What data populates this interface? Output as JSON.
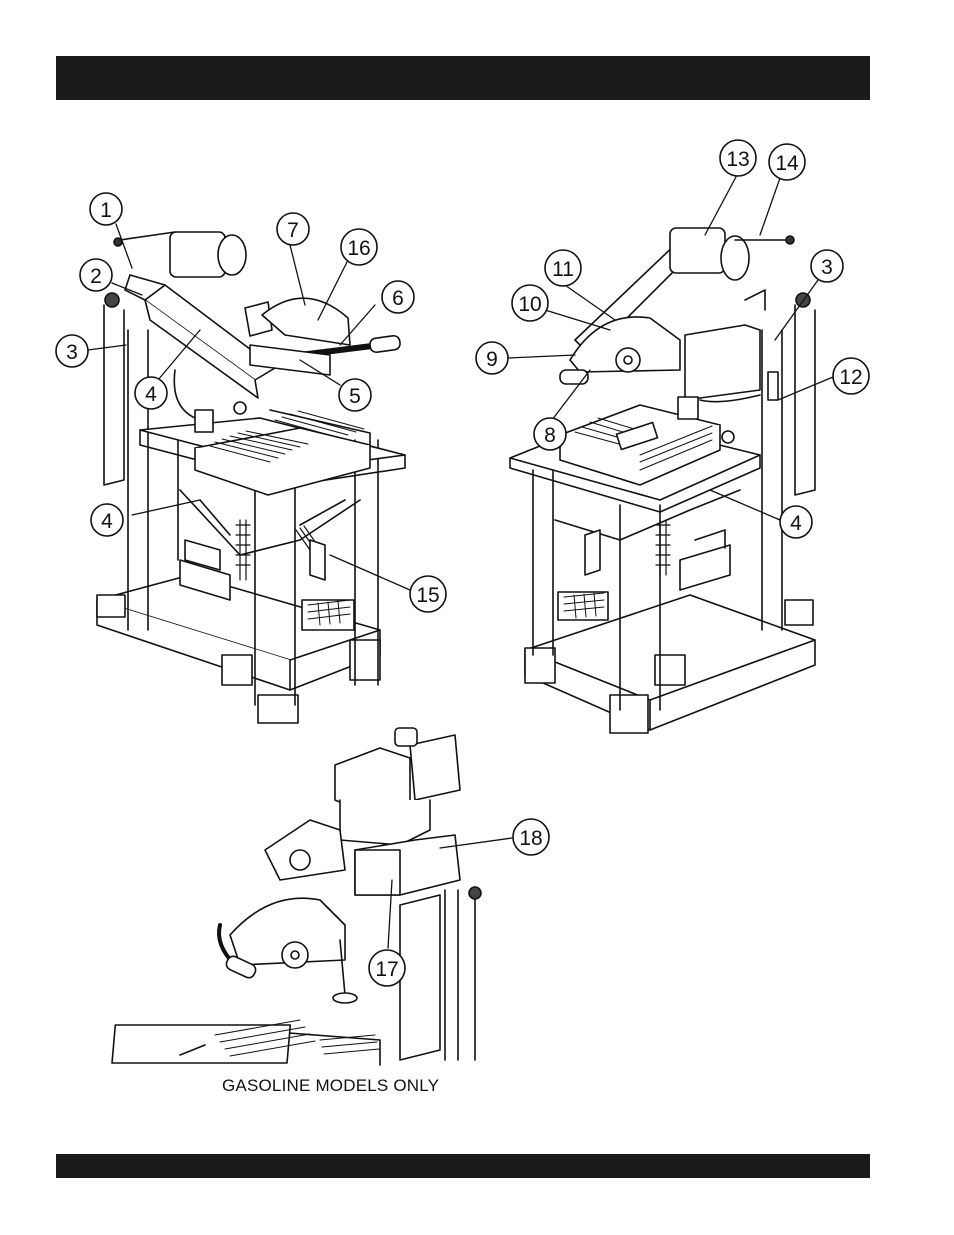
{
  "header_bar": {
    "text": ""
  },
  "footer_bar": {
    "text": ""
  },
  "caption": "GASOLINE MODELS ONLY",
  "callouts": [
    {
      "id": "c1",
      "label": "1"
    },
    {
      "id": "c2",
      "label": "2"
    },
    {
      "id": "c3a",
      "label": "3"
    },
    {
      "id": "c4a",
      "label": "4"
    },
    {
      "id": "c4b",
      "label": "4"
    },
    {
      "id": "c5",
      "label": "5"
    },
    {
      "id": "c6",
      "label": "6"
    },
    {
      "id": "c7",
      "label": "7"
    },
    {
      "id": "c16",
      "label": "16"
    },
    {
      "id": "c15",
      "label": "15"
    },
    {
      "id": "c13",
      "label": "13"
    },
    {
      "id": "c14",
      "label": "14"
    },
    {
      "id": "c11",
      "label": "11"
    },
    {
      "id": "c10",
      "label": "10"
    },
    {
      "id": "c9",
      "label": "9"
    },
    {
      "id": "c3b",
      "label": "3"
    },
    {
      "id": "c12",
      "label": "12"
    },
    {
      "id": "c8",
      "label": "8"
    },
    {
      "id": "c4c",
      "label": "4"
    },
    {
      "id": "c18",
      "label": "18"
    },
    {
      "id": "c17",
      "label": "17"
    }
  ]
}
